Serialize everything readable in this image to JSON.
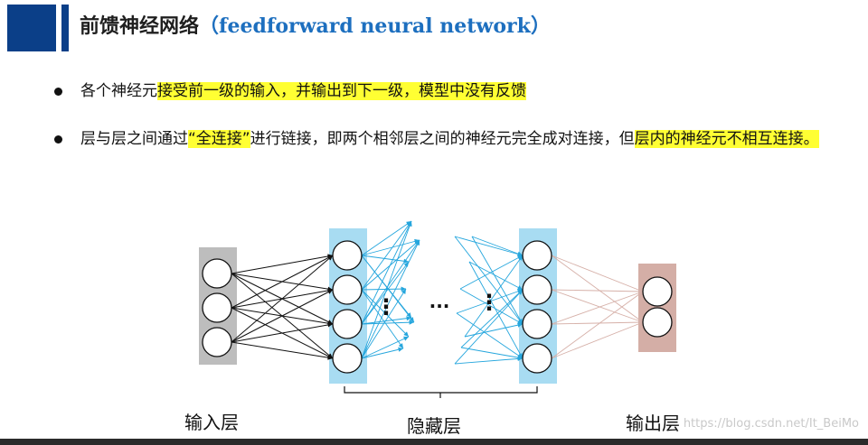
{
  "header": {
    "title_zh": "前馈神经网络",
    "title_en": "（feedforward neural network）",
    "accent_color": "#0b3f88"
  },
  "bullets": [
    {
      "plain_1": "各个神经元",
      "highlight_1": "接受前一级的输入，并输出到下一级，模型中没有反馈"
    },
    {
      "plain_1": "层与层之间通过",
      "highlight_1": "“全连接”",
      "plain_2": "进行链接，即两个相邻层之间的神经元完全成对连接，但",
      "highlight_2": "层内的神经元不相互连接。"
    }
  ],
  "diagram": {
    "ellipsis_vertical": "⋮",
    "ellipsis_horizontal": "···",
    "layers": [
      {
        "label": "输入层",
        "neurons": 3,
        "color": "#bdbdbd"
      },
      {
        "label": "隐藏层",
        "neurons": 4,
        "color": "#a8dcf2"
      },
      {
        "label": "输出层",
        "neurons": 2,
        "color": "#d4aea6"
      }
    ],
    "edge_colors": {
      "input_hidden": "#111111",
      "hidden": "#25a6dd",
      "hidden_output": "#d6b0a8"
    }
  },
  "watermark": "https://blog.csdn.net/It_BeiMo"
}
